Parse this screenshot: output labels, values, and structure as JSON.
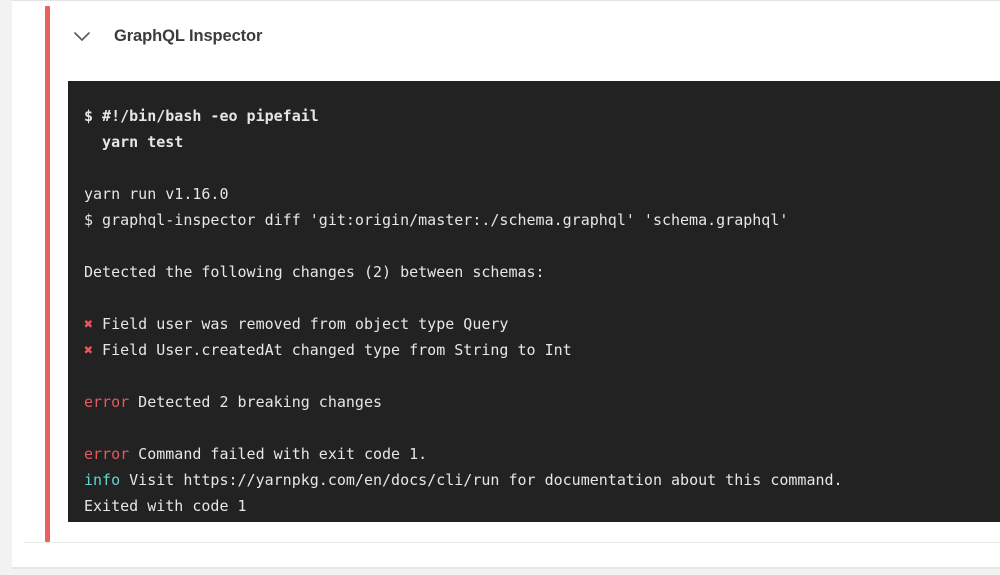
{
  "step": {
    "title": "GraphQL Inspector",
    "status_color": "#ec5f5f",
    "collapse_icon": "chevron-down-icon",
    "exit_status": "failed"
  },
  "terminal": {
    "background": "#222222",
    "foreground": "#e6e6e6",
    "error_color": "#e15a60",
    "info_color": "#5fd5d5",
    "cross_color": "#e8585f",
    "lines": [
      {
        "id": "cmd-shebang",
        "type": "command",
        "bold": true,
        "segments": [
          {
            "style": "plain",
            "text": "$ #!/bin/bash -eo pipefail"
          }
        ]
      },
      {
        "id": "cmd-yarn-test",
        "type": "command",
        "bold": true,
        "segments": [
          {
            "style": "plain",
            "text": "  yarn test"
          }
        ]
      },
      {
        "id": "blank-1",
        "type": "blank",
        "segments": [
          {
            "style": "plain",
            "text": ""
          }
        ]
      },
      {
        "id": "yarn-version",
        "type": "output",
        "segments": [
          {
            "style": "plain",
            "text": "yarn run v1.16.0"
          }
        ]
      },
      {
        "id": "inspector-diff",
        "type": "output",
        "segments": [
          {
            "style": "plain",
            "text": "$ graphql-inspector diff 'git:origin/master:./schema.graphql' 'schema.graphql'"
          }
        ]
      },
      {
        "id": "blank-2",
        "type": "blank",
        "segments": [
          {
            "style": "plain",
            "text": ""
          }
        ]
      },
      {
        "id": "detected-changes",
        "type": "output",
        "segments": [
          {
            "style": "plain",
            "text": "Detected the following changes (2) between schemas:"
          }
        ]
      },
      {
        "id": "blank-3",
        "type": "blank",
        "segments": [
          {
            "style": "plain",
            "text": ""
          }
        ]
      },
      {
        "id": "change-1",
        "type": "output",
        "segments": [
          {
            "style": "cross",
            "text": "✖"
          },
          {
            "style": "plain",
            "text": " Field user was removed from object type Query"
          }
        ]
      },
      {
        "id": "change-2",
        "type": "output",
        "segments": [
          {
            "style": "cross",
            "text": "✖"
          },
          {
            "style": "plain",
            "text": " Field User.createdAt changed type from String to Int"
          }
        ]
      },
      {
        "id": "blank-4",
        "type": "blank",
        "segments": [
          {
            "style": "plain",
            "text": ""
          }
        ]
      },
      {
        "id": "error-breaking",
        "type": "output",
        "segments": [
          {
            "style": "error",
            "text": "error"
          },
          {
            "style": "plain",
            "text": " Detected 2 breaking changes"
          }
        ]
      },
      {
        "id": "blank-5",
        "type": "blank",
        "segments": [
          {
            "style": "plain",
            "text": ""
          }
        ]
      },
      {
        "id": "error-exit-code",
        "type": "output",
        "segments": [
          {
            "style": "error",
            "text": "error"
          },
          {
            "style": "plain",
            "text": " Command failed with exit code 1."
          }
        ]
      },
      {
        "id": "info-docs",
        "type": "output",
        "segments": [
          {
            "style": "info",
            "text": "info"
          },
          {
            "style": "plain",
            "text": " Visit https://yarnpkg.com/en/docs/cli/run for documentation about this command."
          }
        ]
      },
      {
        "id": "exited-code",
        "type": "output",
        "segments": [
          {
            "style": "plain",
            "text": "Exited with code 1"
          }
        ]
      }
    ]
  }
}
